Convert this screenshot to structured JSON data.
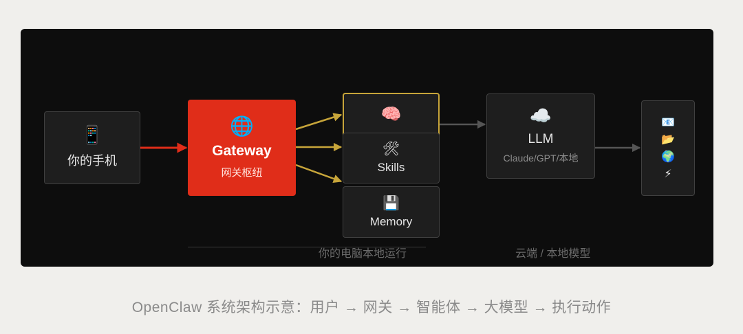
{
  "diagram": {
    "nodes": {
      "phone": {
        "icon": "📱",
        "icon_name": "mobile-phone-icon",
        "label": "你的手机"
      },
      "gateway": {
        "icon": "🌐",
        "icon_name": "globe-icon",
        "title": "Gateway",
        "subtitle": "网关枢纽"
      },
      "brain": {
        "icon": "🧠",
        "icon_name": "brain-icon"
      },
      "skills": {
        "icon": "🛠",
        "icon_name": "tools-icon",
        "label": "Skills"
      },
      "memory": {
        "icon": "💾",
        "icon_name": "floppy-disk-icon",
        "label": "Memory"
      },
      "llm": {
        "icon": "☁️",
        "icon_name": "cloud-icon",
        "label": "LLM",
        "subtitle": "Claude/GPT/本地"
      },
      "actions": {
        "icons": [
          {
            "glyph": "📧",
            "name": "email-icon"
          },
          {
            "glyph": "📂",
            "name": "folder-icon"
          },
          {
            "glyph": "🌍",
            "name": "earth-icon"
          },
          {
            "glyph": "⚡",
            "name": "lightning-icon"
          }
        ]
      }
    },
    "zones": {
      "local": "你的电脑本地运行",
      "cloud": "云端 / 本地模型"
    },
    "colors": {
      "panel": "#0d0d0d",
      "gateway": "#e02d19",
      "phone_arrow": "#e02d19",
      "gateway_arrows": "#c7a53a",
      "brain_border": "#c7a53a",
      "flow_arrows": "#555555"
    }
  },
  "caption": "OpenClaw 系统架构示意：用户 → 网关 → 智能体 → 大模型 → 执行动作"
}
